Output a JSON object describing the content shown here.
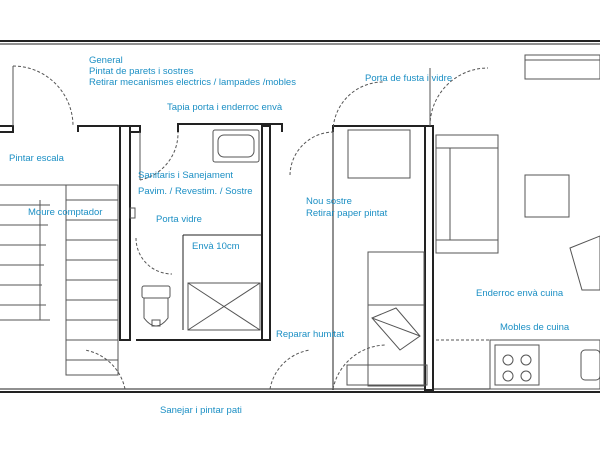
{
  "colors": {
    "annotation": "#1b8fc4",
    "walls": "#222222",
    "fixtures": "#555555",
    "background": "#ffffff"
  },
  "annotations": {
    "general_title": "General",
    "general_line1": "Pintat de parets i sostres",
    "general_line2": "Retirar mecanismes electrics / lampades /mobles",
    "porta_fusta": "Porta de fusta i vidre",
    "tapia_porta": "Tapia porta i enderroc envà",
    "pintar_escala": "Pintar escala",
    "sanitaris": "Sanitaris i Sanejament",
    "paviments": "Pavim. / Revestim. / Sostre",
    "moure_comptador": "Moure comptador",
    "porta_vidre": "Porta vidre",
    "nou_sostre": "Nou sostre",
    "retirar_paper": "Retirar paper pintat",
    "enva_10cm": "Envà 10cm",
    "enderroc_cuina": "Enderroc envà cuina",
    "mobles_cuina": "Mobles de cuina",
    "reparar_humitat": "Reparar humitat",
    "sanejar_pati": "Sanejar i pintar pati"
  }
}
